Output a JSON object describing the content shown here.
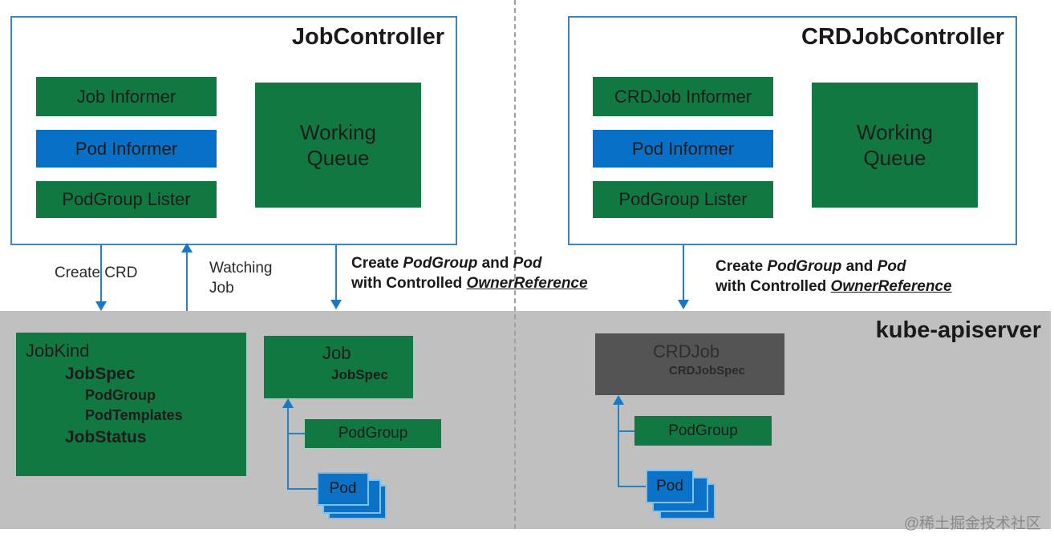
{
  "left_controller": {
    "title": "JobController",
    "informers": [
      "Job Informer",
      "Pod Informer",
      "PodGroup Lister"
    ],
    "queue_line1": "Working",
    "queue_line2": "Queue"
  },
  "right_controller": {
    "title": "CRDJobController",
    "informers": [
      "CRDJob Informer",
      "Pod Informer",
      "PodGroup Lister"
    ],
    "queue_line1": "Working",
    "queue_line2": "Queue"
  },
  "arrows": {
    "create_crd": "Create CRD",
    "watching_line1": "Watching",
    "watching_line2": "Job",
    "create_left": {
      "w1": "Create ",
      "i1": "PodGroup",
      "w2": " and ",
      "i2": "Pod",
      "w3": "with Controlled ",
      "i3": "OwnerReference"
    },
    "create_right": {
      "w1": "Create ",
      "i1": "PodGroup",
      "w2": " and ",
      "i2": "Pod",
      "w3": "with Controlled ",
      "i3": "OwnerReference"
    }
  },
  "apiserver": {
    "title": "kube-apiserver",
    "jobkind": {
      "title": "JobKind",
      "spec": "JobSpec",
      "podgroup": "PodGroup",
      "podtemplates": "PodTemplates",
      "status": "JobStatus"
    },
    "job": {
      "title": "Job",
      "spec": "JobSpec",
      "podgroup": "PodGroup",
      "pod": "Pod"
    },
    "crdjob": {
      "title": "CRDJob",
      "spec": "CRDJobSpec",
      "podgroup": "PodGroup",
      "pod": "Pod"
    }
  },
  "watermark": "@稀土掘金技术社区",
  "colors": {
    "green": "#117842",
    "blue": "#0870c6",
    "gray_box": "#545454",
    "apiserver_bg": "#c0c0c0",
    "border_blue": "#3a86c0"
  }
}
